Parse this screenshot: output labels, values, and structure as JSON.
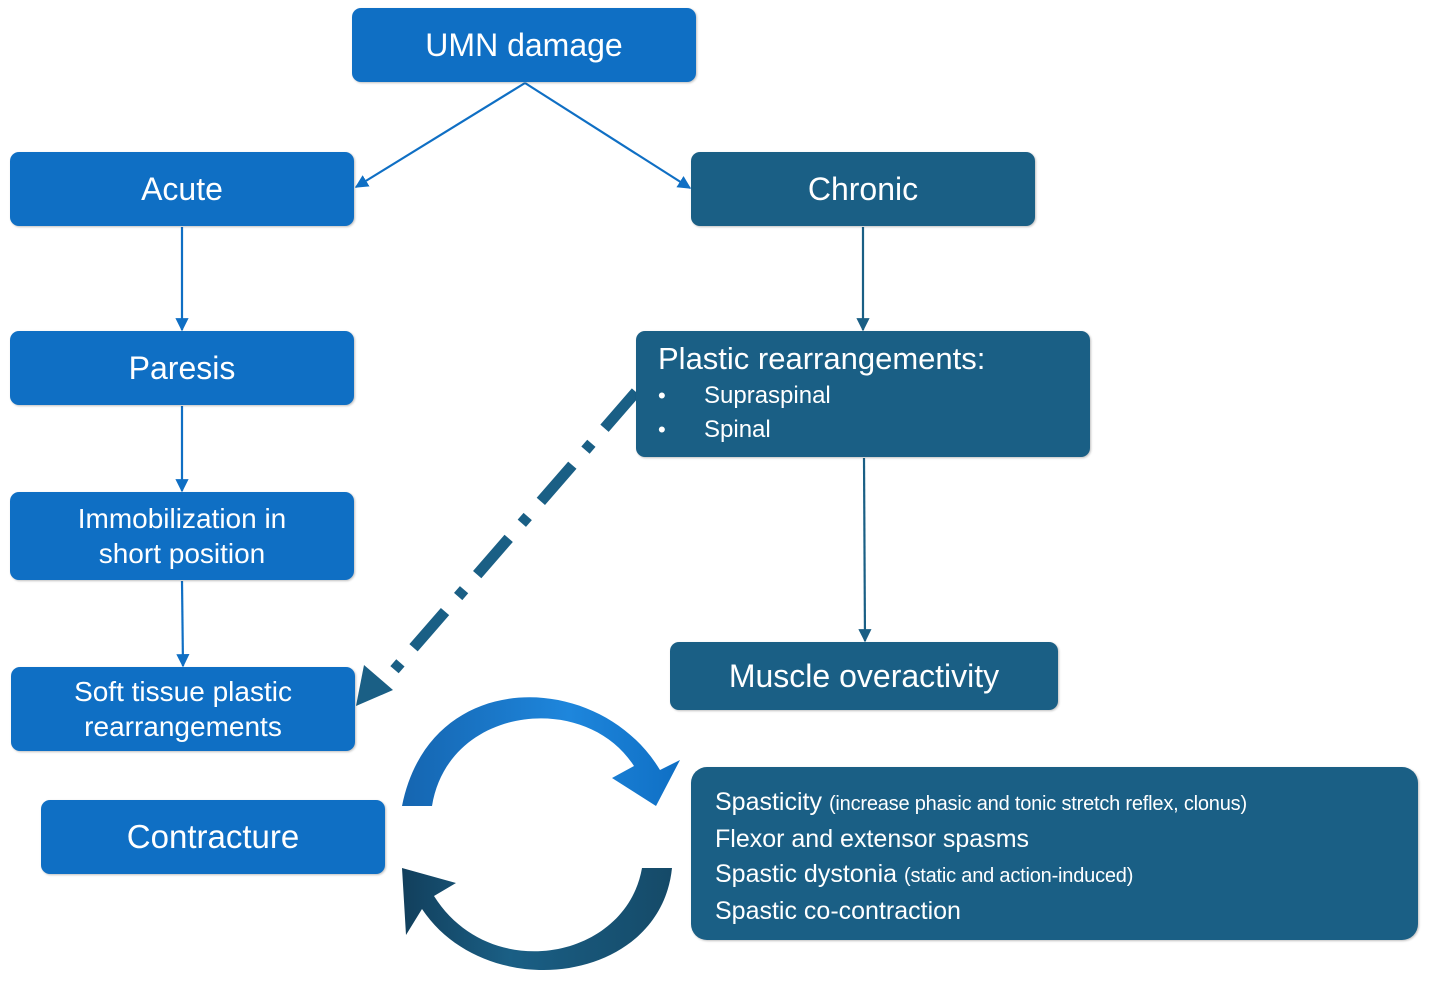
{
  "nodes": {
    "umn": "UMN damage",
    "acute": "Acute",
    "chronic": "Chronic",
    "paresis": "Paresis",
    "immobilization": [
      "Immobilization in",
      "short position"
    ],
    "soft_tissue": [
      "Soft tissue plastic",
      "rearrangements"
    ],
    "contracture": "Contracture",
    "plastic": {
      "title": "Plastic rearrangements:",
      "bullets": [
        "Supraspinal",
        "Spinal"
      ]
    },
    "muscle_overactivity": "Muscle overactivity",
    "spastic_items": [
      {
        "main": "Spasticity",
        "detail": "(increase phasic and tonic stretch reflex, clonus)"
      },
      {
        "main": "Flexor and extensor spasms",
        "detail": ""
      },
      {
        "main": "Spastic dystonia",
        "detail": "(static and action-induced)"
      },
      {
        "main": "Spastic co-contraction",
        "detail": ""
      }
    ]
  },
  "colors": {
    "acute_blue": "#0f6fc4",
    "chronic_dark": "#1a5f85",
    "arrow_top": "#0f6fc4",
    "arrow_bottom": "#1a5f85"
  }
}
